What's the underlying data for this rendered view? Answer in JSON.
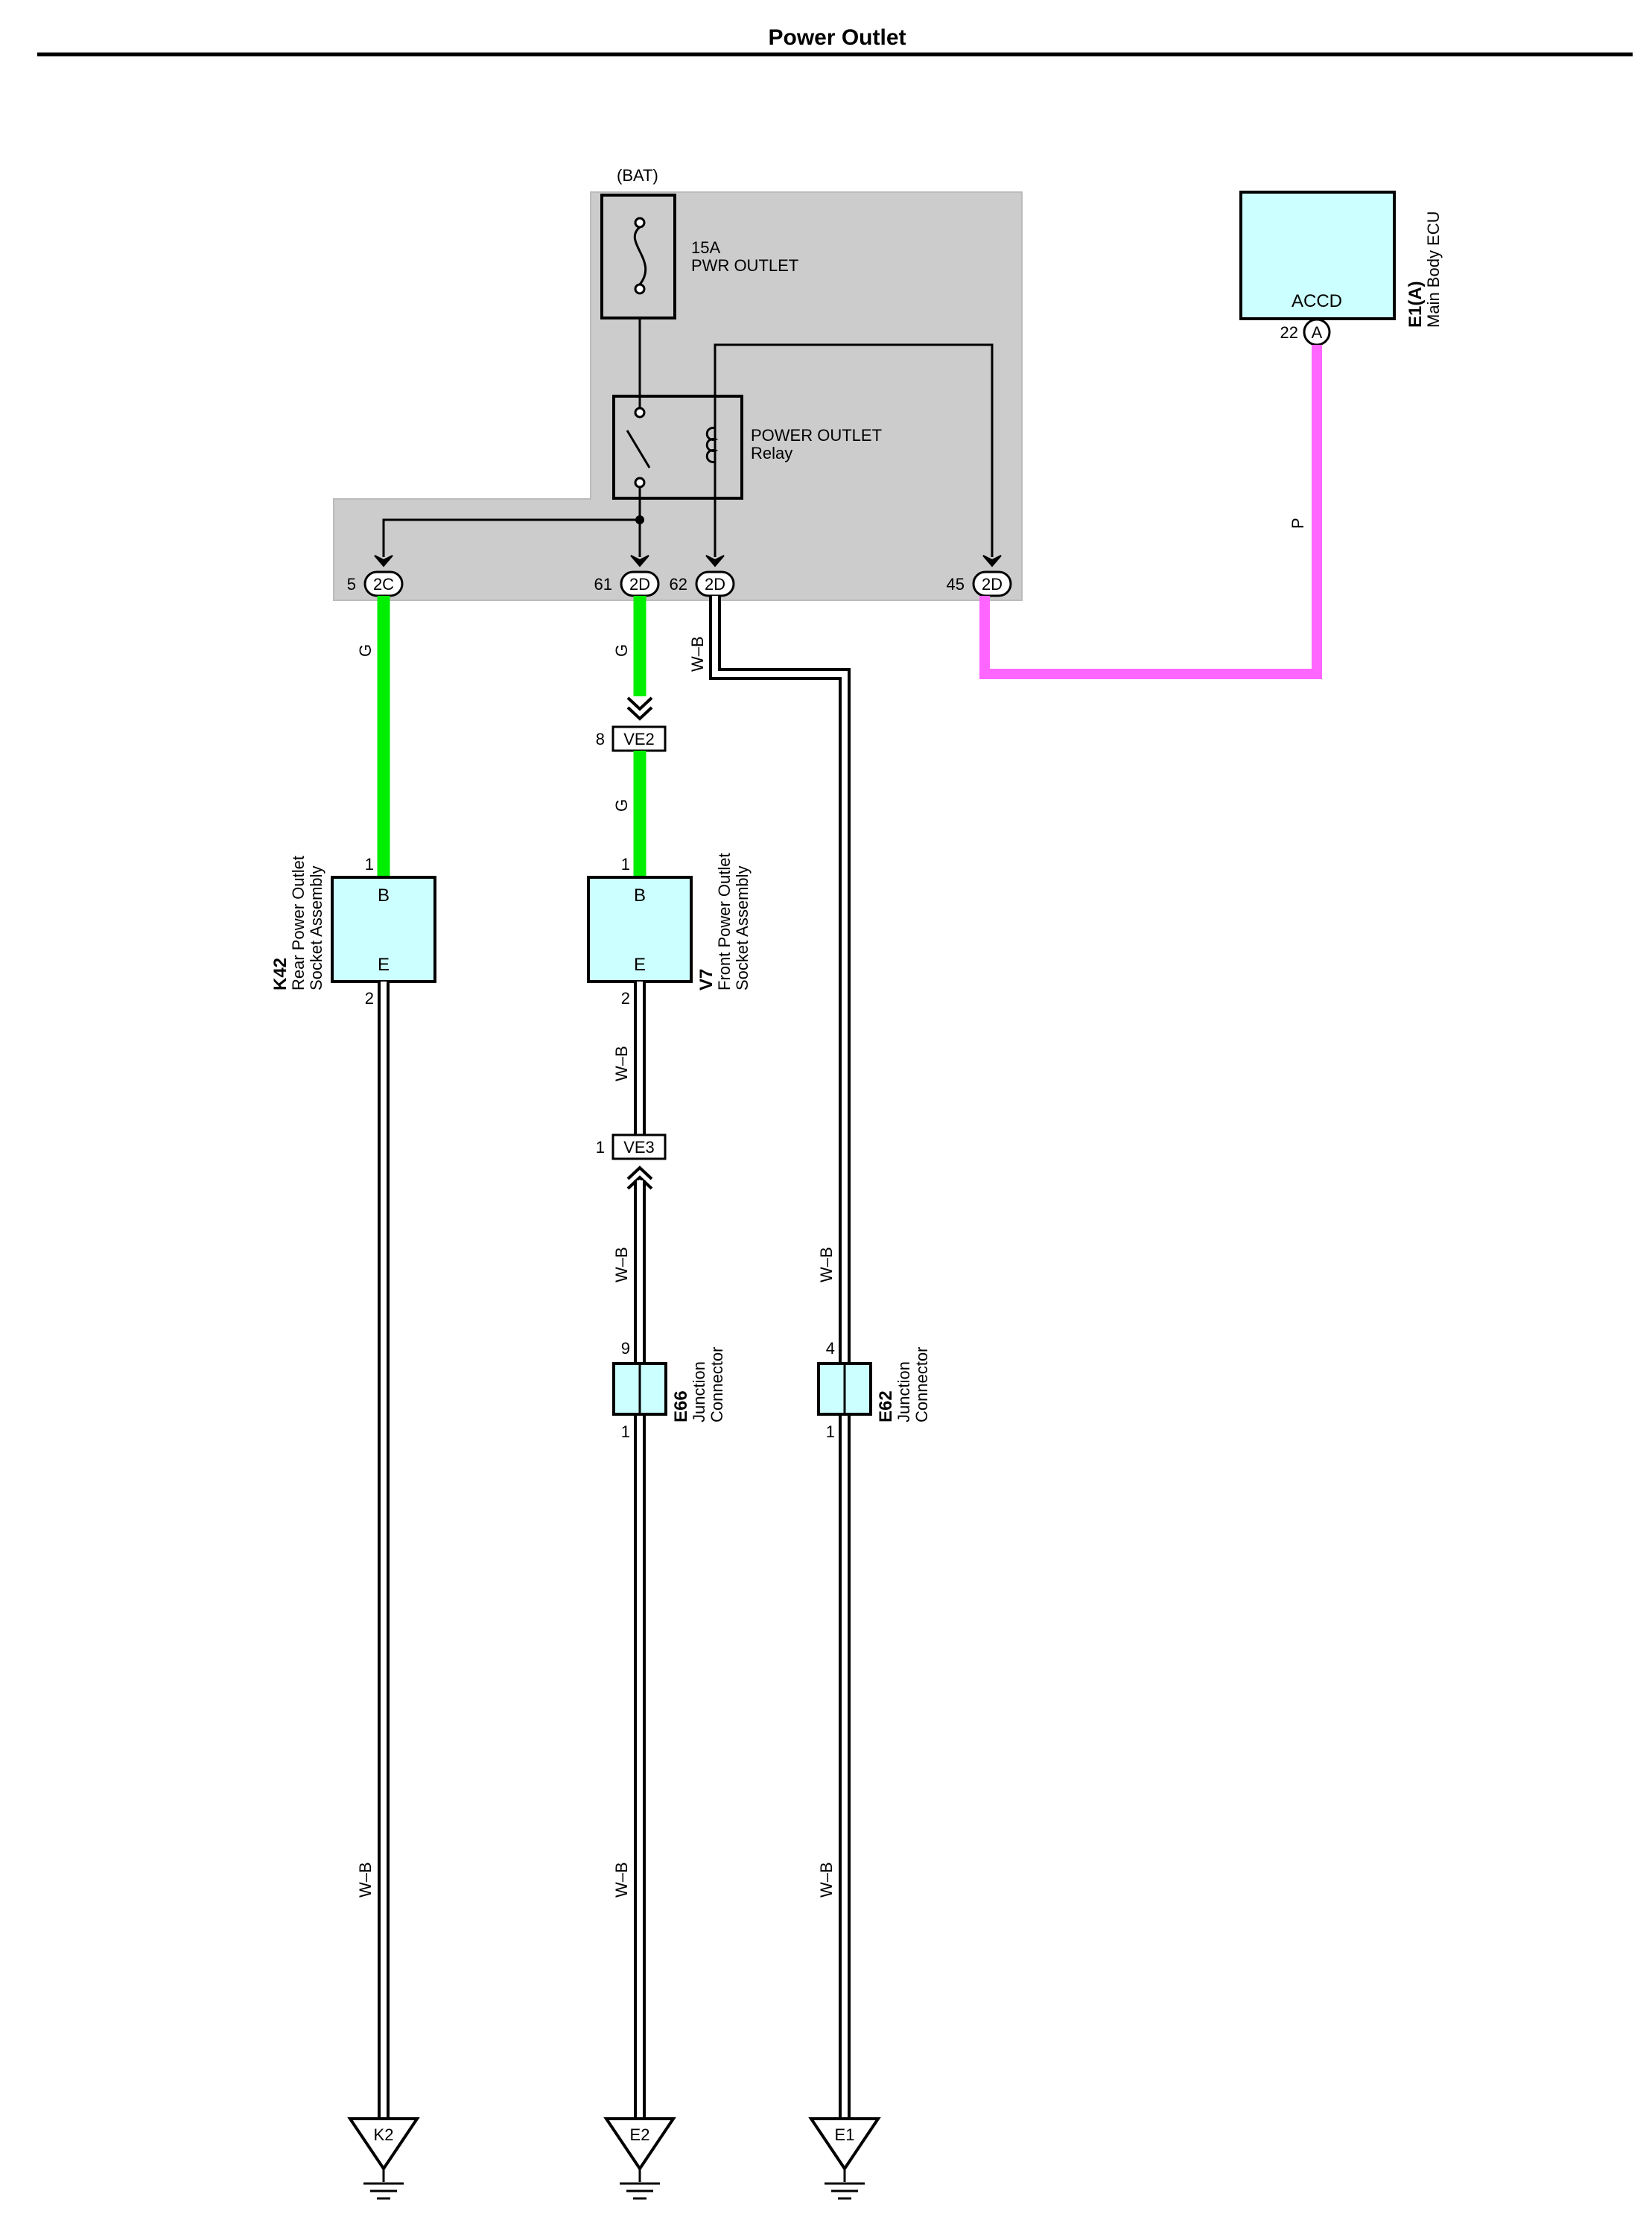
{
  "title": "Power Outlet",
  "colors": {
    "wire_green": "#00ee00",
    "wire_pink": "#ff66ff",
    "component_fill": "#ccffff",
    "relay_block_fill": "#cccccc"
  },
  "relay_block": {
    "bat_label": "(BAT)",
    "fuse_rating": "15A",
    "fuse_name": "PWR OUTLET",
    "relay_name": "POWER OUTLET",
    "relay_sub": "Relay",
    "pins": [
      {
        "pin": "5",
        "connector": "2C"
      },
      {
        "pin": "61",
        "connector": "2D"
      },
      {
        "pin": "62",
        "connector": "2D"
      },
      {
        "pin": "45",
        "connector": "2D"
      }
    ]
  },
  "ecu": {
    "code": "E1(A)",
    "name": "Main Body ECU",
    "terminal": "ACCD",
    "pin": "22",
    "connector": "A"
  },
  "wire_colors": {
    "g": "G",
    "wb": "W–B",
    "p": "P"
  },
  "inline_connectors": {
    "ve2": {
      "pin": "8",
      "name": "VE2"
    },
    "ve3": {
      "pin": "1",
      "name": "VE3"
    }
  },
  "k42": {
    "code": "K42",
    "name1": "Rear Power Outlet",
    "name2": "Socket Assembly",
    "term_b": "B",
    "term_e": "E",
    "pin_b": "1",
    "pin_e": "2"
  },
  "v7": {
    "code": "V7",
    "name1": "Front Power Outlet",
    "name2": "Socket Assembly",
    "term_b": "B",
    "term_e": "E",
    "pin_b": "1",
    "pin_e": "2"
  },
  "e66": {
    "code": "E66",
    "name1": "Junction",
    "name2": "Connector",
    "pin_top": "9",
    "pin_bottom": "1"
  },
  "e62": {
    "code": "E62",
    "name1": "Junction",
    "name2": "Connector",
    "pin_top": "4",
    "pin_bottom": "1"
  },
  "grounds": [
    "K2",
    "E2",
    "E1"
  ]
}
